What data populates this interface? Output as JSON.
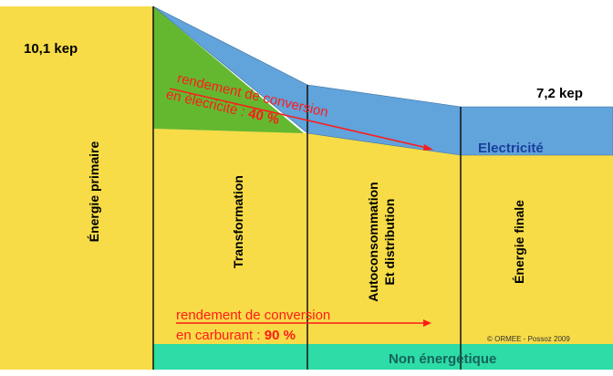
{
  "primary_value": "10,1 kep",
  "final_value": "7,2 kep",
  "stages": {
    "primary": "Énergie primaire",
    "transformation": "Transformation",
    "autoconsumption_line1": "Autoconsommation",
    "autoconsumption_line2": "Et distribution",
    "final": "Énergie finale"
  },
  "flows": {
    "electricity": "Electricité",
    "non_energy": "Non énergétique"
  },
  "annotations": {
    "elec_line1": "rendement de conversion",
    "elec_line2": "en élecricité : ",
    "elec_pct": "40 %",
    "fuel_line1": "rendement de conversion",
    "fuel_line2": "en carburant : ",
    "fuel_pct": "90 %"
  },
  "copyright": "© ORMEE - Possoz 2009",
  "colors": {
    "yellow": "#f7dc47",
    "blue": "#61a3db",
    "green": "#64b82f",
    "teal": "#2ddca6",
    "red": "#ff1a1a",
    "dark_blue": "#1a3f9c"
  }
}
